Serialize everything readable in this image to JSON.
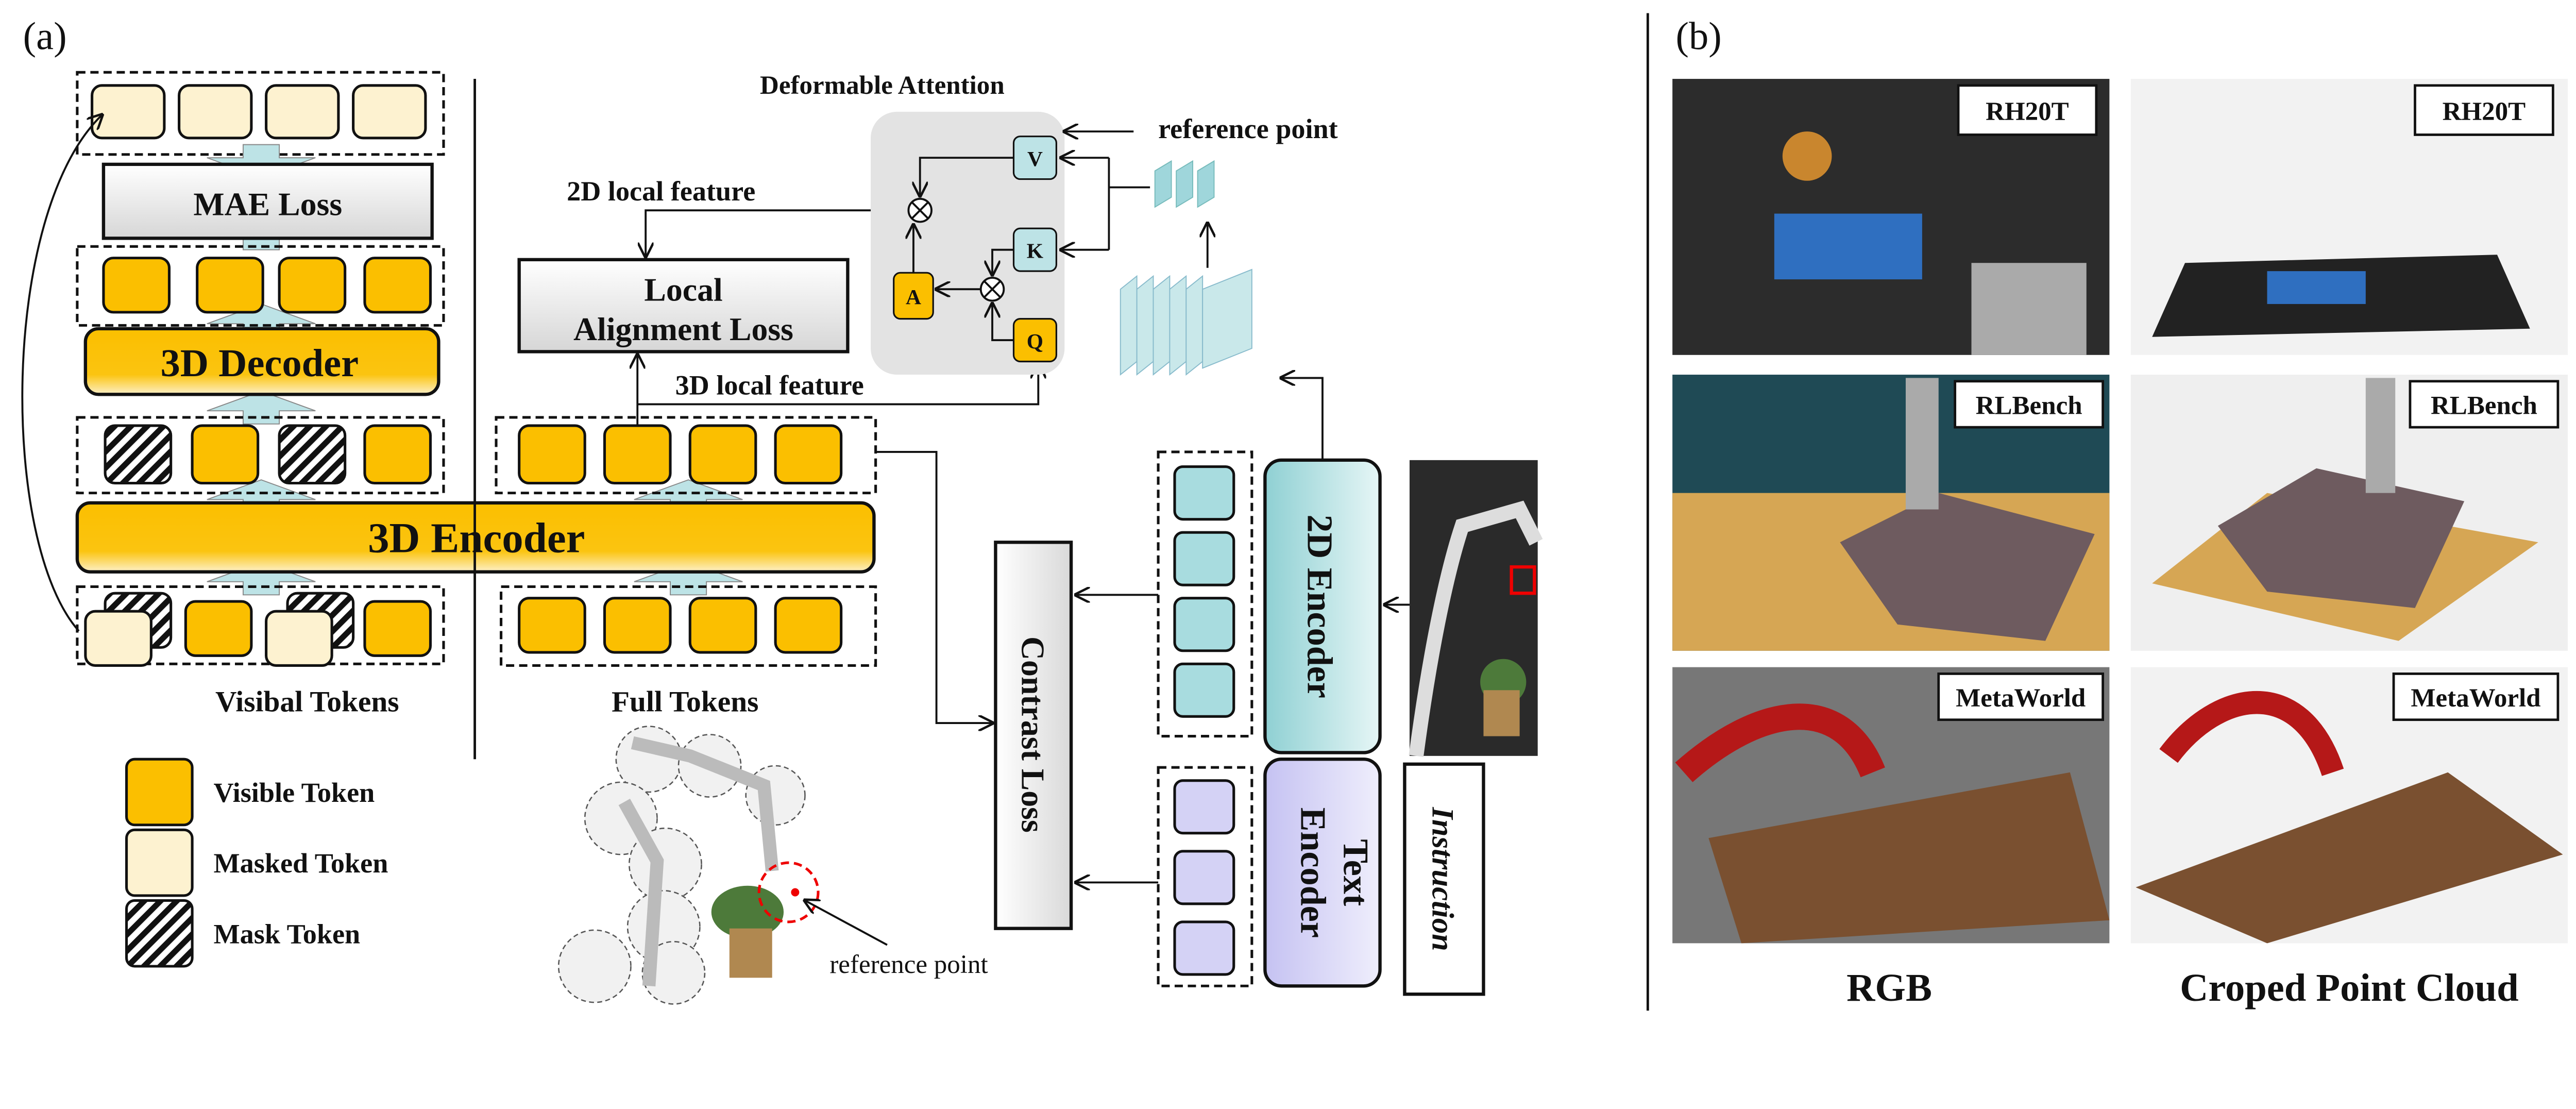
{
  "panel_a": {
    "label": "(a)",
    "mae_loss": "MAE Loss",
    "decoder": "3D Decoder",
    "encoder": "3D Encoder",
    "visibal_tokens": "Visibal Tokens",
    "full_tokens": "Full Tokens",
    "local_alignment_loss_line1": "Local",
    "local_alignment_loss_line2": "Alignment Loss",
    "feature_2d": "2D local feature",
    "feature_3d": "3D local feature",
    "deformable_attention": "Deformable Attention",
    "reference_point_top": "reference point",
    "reference_point_bottom": "reference point",
    "attn": {
      "v": "V",
      "k": "K",
      "a": "A",
      "q": "Q"
    },
    "contrast_loss": "Contrast Loss",
    "encoder_2d": "2D Encoder",
    "text_encoder_line1": "Text",
    "text_encoder_line2": "Encoder",
    "instruction": "Instruction",
    "legend": [
      {
        "label": "Visible Token",
        "kind": "visible"
      },
      {
        "label": "Masked Token",
        "kind": "masked"
      },
      {
        "label": "Mask Token",
        "kind": "mask"
      }
    ]
  },
  "panel_b": {
    "label": "(b)",
    "rows": [
      "RH20T",
      "RLBench",
      "MetaWorld"
    ],
    "col_rgb": "RGB",
    "col_pc": "Croped Point Cloud"
  },
  "colors": {
    "visible": "#fbbf00",
    "masked": "#fdf2d0",
    "teal": "#a8dcdf",
    "lavender": "#d4d2f5",
    "arrow": "#bde3e6"
  }
}
